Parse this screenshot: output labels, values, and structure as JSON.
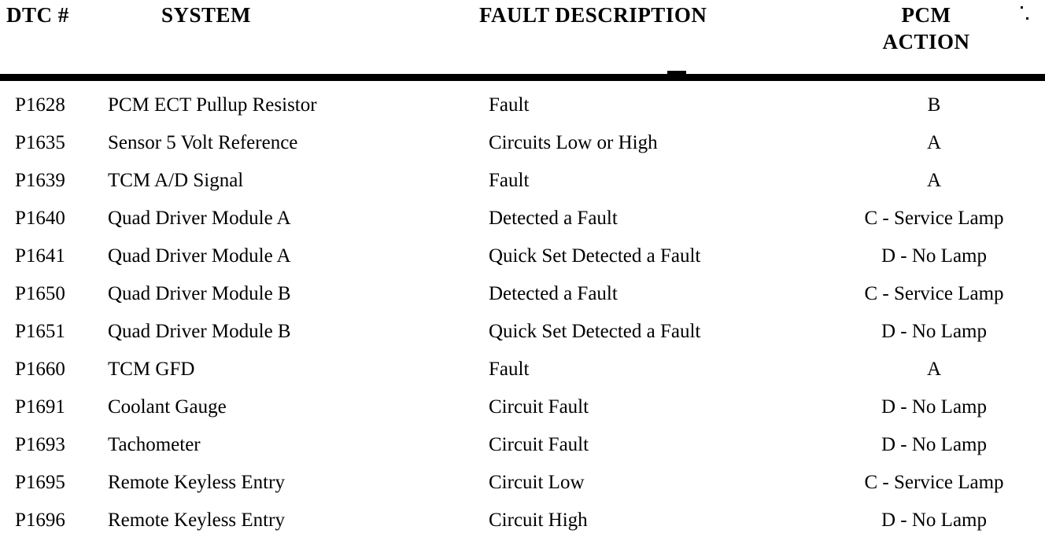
{
  "document": {
    "type": "diagnostic-trouble-code-table",
    "background_color": "#ffffff",
    "text_color": "#000000"
  },
  "table": {
    "headers": {
      "dtc": "DTC #",
      "system": "SYSTEM",
      "fault_description": "FAULT DESCRIPTION",
      "pcm_action_line1": "PCM",
      "pcm_action_line2": "ACTION"
    },
    "rows": [
      {
        "dtc": "P1628",
        "system": "PCM ECT Pullup Resistor",
        "fault": "Fault",
        "pcm": "B"
      },
      {
        "dtc": "P1635",
        "system": "Sensor 5 Volt Reference",
        "fault": "Circuits Low or High",
        "pcm": "A"
      },
      {
        "dtc": "P1639",
        "system": "TCM A/D Signal",
        "fault": "Fault",
        "pcm": "A"
      },
      {
        "dtc": "P1640",
        "system": "Quad Driver Module A",
        "fault": "Detected a Fault",
        "pcm": "C - Service Lamp"
      },
      {
        "dtc": "P1641",
        "system": "Quad Driver Module A",
        "fault": "Quick Set Detected a Fault",
        "pcm": "D - No Lamp"
      },
      {
        "dtc": "P1650",
        "system": "Quad Driver Module B",
        "fault": "Detected a Fault",
        "pcm": "C - Service Lamp"
      },
      {
        "dtc": "P1651",
        "system": "Quad Driver Module B",
        "fault": "Quick Set Detected a Fault",
        "pcm": "D - No Lamp"
      },
      {
        "dtc": "P1660",
        "system": "TCM GFD",
        "fault": "Fault",
        "pcm": "A"
      },
      {
        "dtc": "P1691",
        "system": "Coolant Gauge",
        "fault": "Circuit Fault",
        "pcm": "D - No Lamp"
      },
      {
        "dtc": "P1693",
        "system": "Tachometer",
        "fault": "Circuit Fault",
        "pcm": "D - No Lamp"
      },
      {
        "dtc": "P1695",
        "system": "Remote Keyless Entry",
        "fault": "Circuit Low",
        "pcm": "C - Service Lamp"
      },
      {
        "dtc": "P1696",
        "system": "Remote Keyless Entry",
        "fault": "Circuit High",
        "pcm": "D - No Lamp"
      }
    ]
  }
}
